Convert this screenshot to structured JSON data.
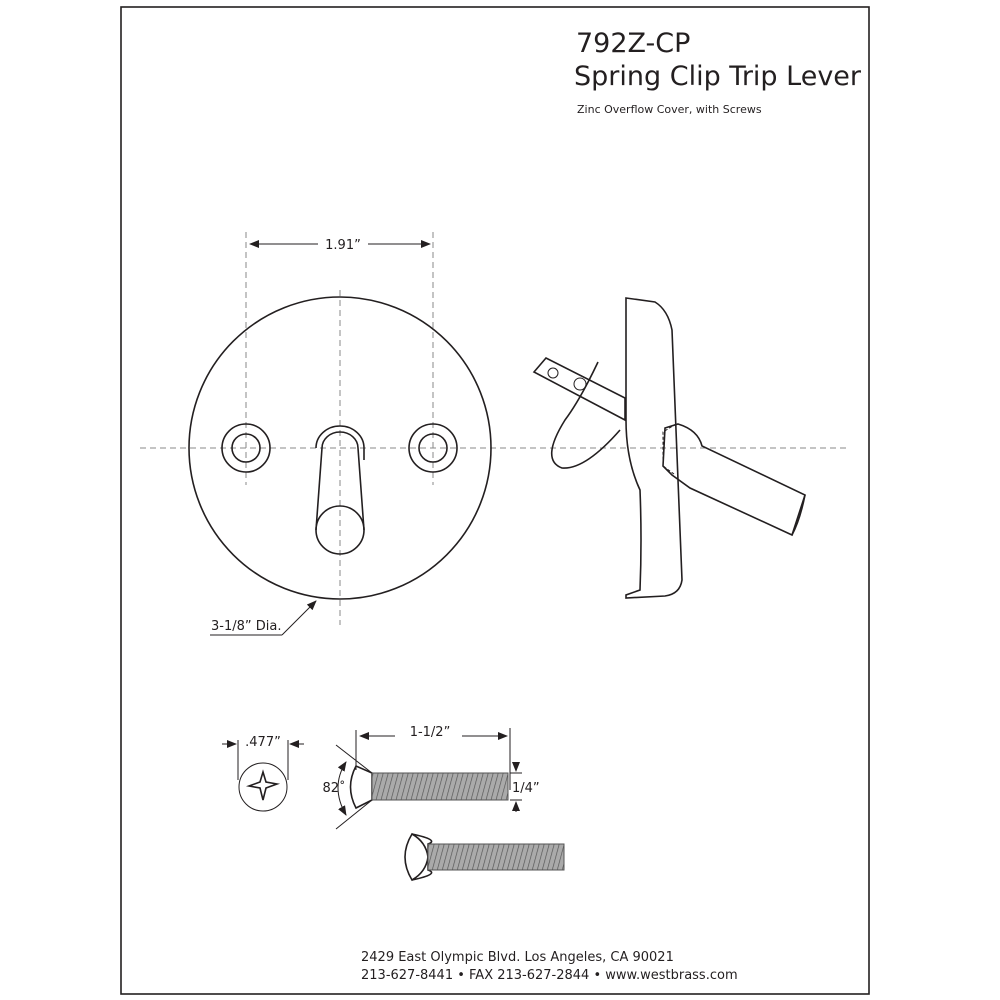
{
  "header": {
    "part_number": "792Z-CP",
    "title": "Spring Clip Trip Lever",
    "subtitle": "Zinc Overflow Cover, with Screws"
  },
  "dimensions": {
    "hole_spacing": "1.91”",
    "diameter": "3-1/8” Dia.",
    "screw_head": ".477”",
    "screw_length": "1-1/2”",
    "screw_diameter": "1/4”",
    "head_angle": "82˚"
  },
  "footer": {
    "address": "2429 East Olympic Blvd. Los Angeles, CA  90021",
    "contact": "213-627-8441 • FAX 213-627-2844 • www.westbrass.com"
  }
}
